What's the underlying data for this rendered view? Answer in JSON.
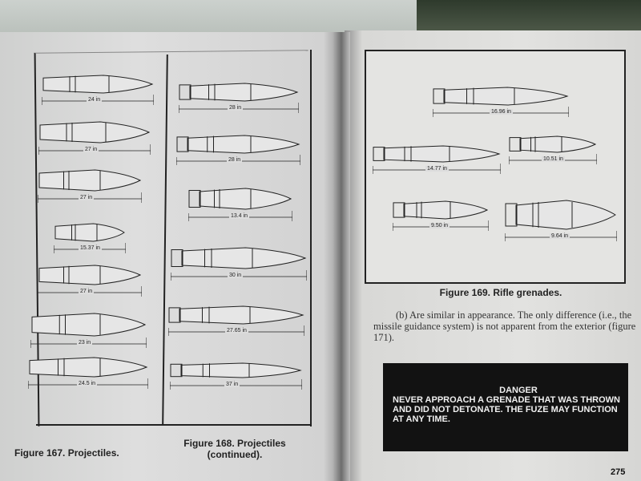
{
  "left_page": {
    "figure167": {
      "caption": "Figure 167. Projectiles.",
      "items": [
        {
          "dimension": "24 in"
        },
        {
          "dimension": "27 in"
        },
        {
          "dimension": "27 in"
        },
        {
          "dimension": "15.37 in"
        },
        {
          "dimension": "27 in"
        },
        {
          "dimension": "23 in"
        },
        {
          "dimension": "24.5 in"
        }
      ]
    },
    "figure168": {
      "caption_line1": "Figure 168. Projectiles",
      "caption_line2": "(continued).",
      "items": [
        {
          "dimension": "28 in"
        },
        {
          "dimension": "28 in"
        },
        {
          "dimension": "13.4 in"
        },
        {
          "dimension": "30 in"
        },
        {
          "dimension": "27.65 in"
        },
        {
          "dimension": "37 in"
        }
      ]
    }
  },
  "right_page": {
    "figure169": {
      "caption": "Figure 169. Rifle grenades.",
      "items": [
        {
          "dimension": "16.96 in"
        },
        {
          "dimension": "14.77 in"
        },
        {
          "dimension": "10.51 in"
        },
        {
          "dimension": "9.50 in"
        },
        {
          "dimension": "9.64 in"
        }
      ]
    },
    "paragraph": "(b) Are similar in appearance. The only difference (i.e., the missile guidance system) is not apparent from the exterior (figure 171).",
    "danger": {
      "title": "DANGER",
      "text": "NEVER APPROACH A GRENADE THAT WAS THROWN AND DID NOT DETONATE. THE FUZE MAY FUNCTION AT ANY TIME."
    },
    "page_number": "275"
  }
}
